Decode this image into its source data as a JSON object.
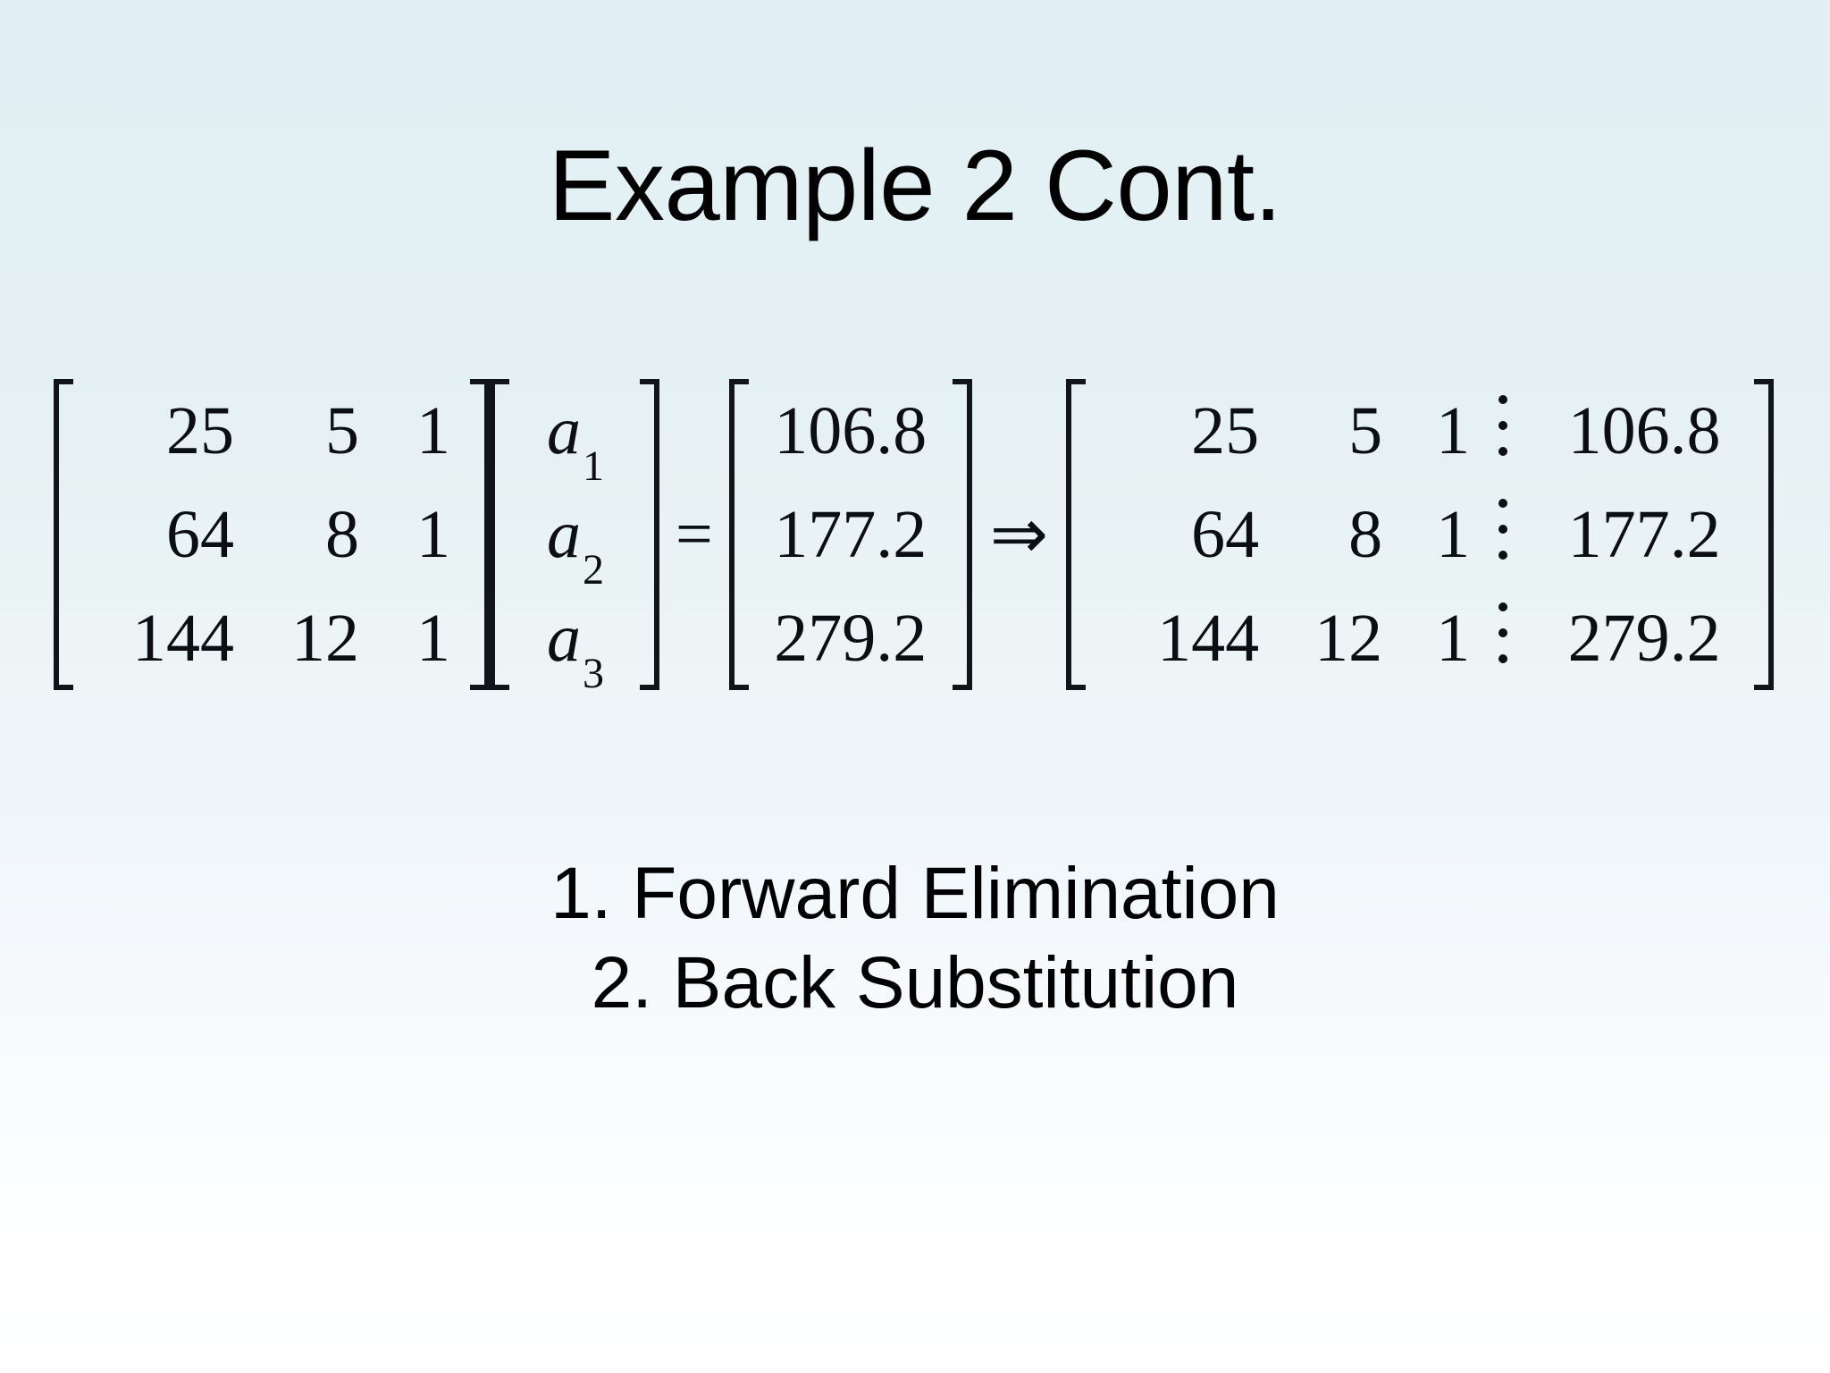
{
  "slide": {
    "title": "Example 2 Cont.",
    "background_top_color": "#e2eff4",
    "background_bottom_color": "#ffffff",
    "text_color": "#000000"
  },
  "equation": {
    "operators": {
      "equals": "=",
      "implies": "⇒"
    },
    "coefficient_matrix": {
      "rows": [
        [
          "25",
          "5",
          "1"
        ],
        [
          "64",
          "8",
          "1"
        ],
        [
          "144",
          "12",
          "1"
        ]
      ]
    },
    "variable_vector": {
      "rows": [
        {
          "base": "a",
          "sub": "1"
        },
        {
          "base": "a",
          "sub": "2"
        },
        {
          "base": "a",
          "sub": "3"
        }
      ]
    },
    "rhs_vector": {
      "rows": [
        "106.8",
        "177.2",
        "279.2"
      ]
    },
    "augmented_matrix": {
      "separator": "vertical-ellipsis",
      "rows": [
        {
          "coeffs": [
            "25",
            "5",
            "1"
          ],
          "rhs": "106.8"
        },
        {
          "coeffs": [
            "64",
            "8",
            "1"
          ],
          "rhs": "177.2"
        },
        {
          "coeffs": [
            "144",
            "12",
            "1"
          ],
          "rhs": "279.2"
        }
      ]
    }
  },
  "steps": [
    "1. Forward Elimination",
    "2. Back Substitution"
  ]
}
